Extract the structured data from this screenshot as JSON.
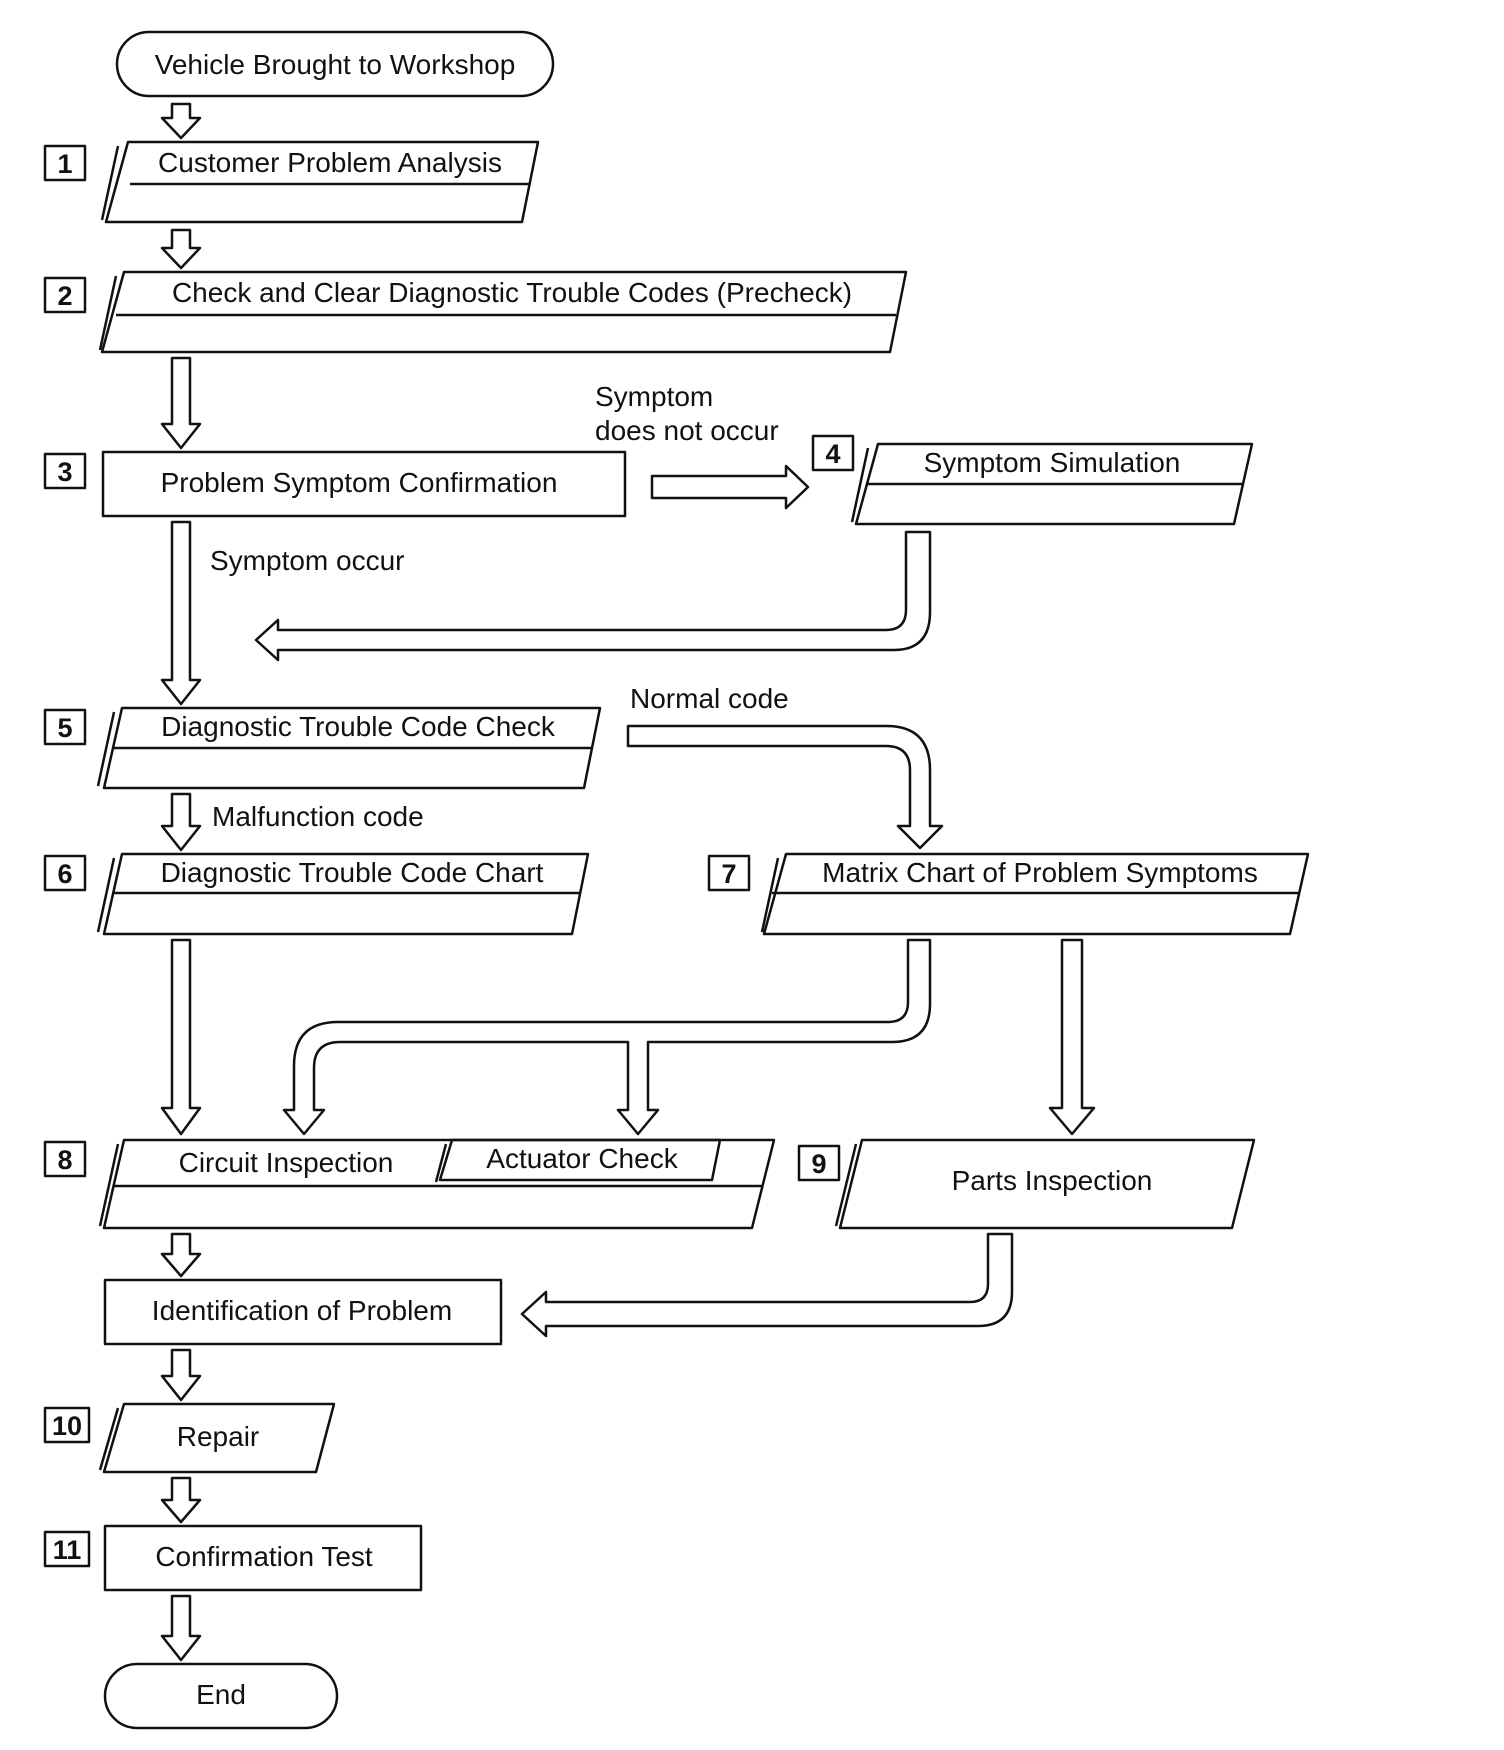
{
  "nodes": {
    "start": "Vehicle Brought to Workshop",
    "customer_analysis": "Customer Problem Analysis",
    "check_clear_codes": "Check and Clear Diagnostic Trouble Codes (Precheck)",
    "symptom_confirmation": "Problem Symptom Confirmation",
    "symptom_simulation": "Symptom Simulation",
    "dtc_check": "Diagnostic Trouble Code Check",
    "dtc_chart": "Diagnostic Trouble Code Chart",
    "matrix_chart": "Matrix Chart of Problem Symptoms",
    "circuit_inspection": "Circuit Inspection",
    "actuator_check": "Actuator Check",
    "parts_inspection": "Parts Inspection",
    "identification": "Identification of Problem",
    "repair": "Repair",
    "confirmation_test": "Confirmation Test",
    "end": "End"
  },
  "step_numbers": {
    "s1": "1",
    "s2": "2",
    "s3": "3",
    "s4": "4",
    "s5": "5",
    "s6": "6",
    "s7": "7",
    "s8": "8",
    "s9": "9",
    "s10": "10",
    "s11": "11"
  },
  "edge_labels": {
    "symptom_line1": "Symptom",
    "symptom_line2": "does not occur",
    "symptom_occur": "Symptom occur",
    "normal_code": "Normal code",
    "malfunction_code": "Malfunction code"
  },
  "colors": {
    "stroke": "#111111",
    "background": "#ffffff"
  }
}
